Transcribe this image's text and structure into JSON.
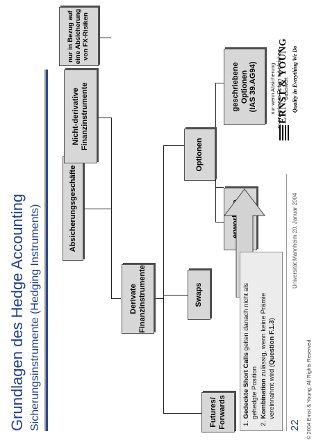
{
  "header": {
    "title": "Grundlagen des Hedge Accounting",
    "subtitle": "Sicherungsinstrumente (Hedging Instruments)"
  },
  "diagram": {
    "root": "Absicherungsgeschäfte",
    "derivate": "Derivate\nFinanzinstrumente",
    "non_derivative": "Nicht-derivative\nFinanzinstrumente",
    "fx_note_box": "nur in Bezug auf\neine Absicherung\nvon FX-Risiken",
    "futures": "Futures/\nForwards",
    "swaps": "Swaps",
    "optionen": "Optionen",
    "erworbene": "erworbene\nOptionen",
    "geschriebene": "geschriebene\nOptionen\n(IAS 39.AG94)",
    "absicherung_note": "nur wenn Absicherung\nzu erworbener Option mit gleichem\nBasiswert"
  },
  "notes": {
    "n1_num": "1.",
    "n1_bold": "Gedeckte Short Calls",
    "n1_rest": " gelten danach nicht als",
    "n1_line2": "gehedgte Position",
    "n2_num": "2.",
    "n2_bold": "Kombination",
    "n2_rest": " zulässig, wenn keine Prämie",
    "n2_line2_a": "vereinnahmt wird (",
    "n2_line2_bold": "Question F.1.3",
    "n2_line2_b": ")"
  },
  "footer": {
    "page_number": "22",
    "event": "Universität Mannheim 20. Januar 2004",
    "copyright": "© 2004 Ernst & Young. All Rights Reserved.",
    "logo": "ERNST & YOUNG",
    "tagline": "Quality In Everything We Do"
  },
  "colors": {
    "title": "#1f3f8c",
    "box_fill": "#d7d7d7",
    "accent_bar": "#2a4a9a"
  }
}
